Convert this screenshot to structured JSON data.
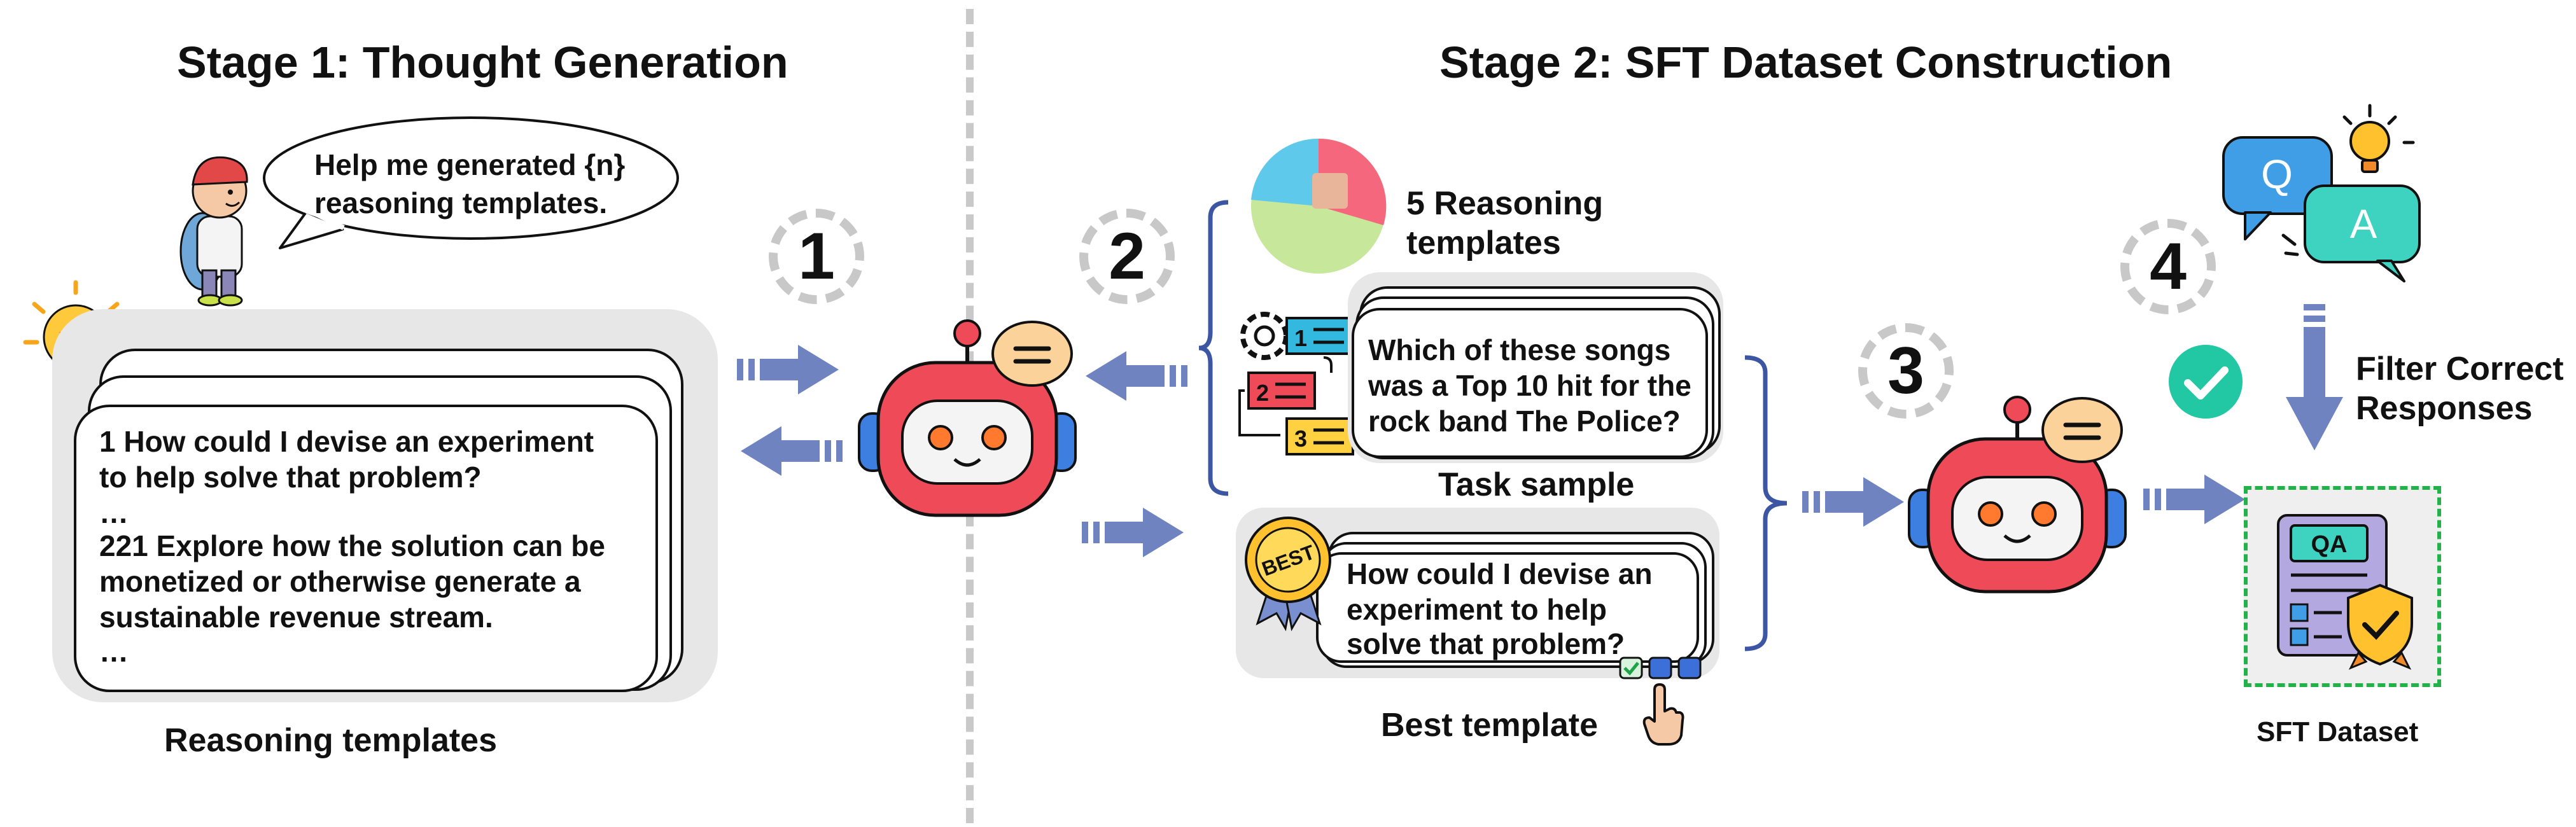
{
  "stage1": {
    "title": "Stage 1:  Thought Generation",
    "speech_line1": "Help me generated {n}",
    "speech_line2": "reasoning templates.",
    "list_line1": "1     How could I devise an experiment",
    "list_line2": "to help solve that problem?",
    "list_line3": "…",
    "list_line4": "221 Explore how the solution can be",
    "list_line5": "monetized or otherwise generate a",
    "list_line6": "sustainable revenue stream.",
    "list_line7": "…",
    "caption": "Reasoning templates"
  },
  "stage2": {
    "title": "Stage 2:  SFT Dataset Construction",
    "templates_label_line1": "5 Reasoning",
    "templates_label_line2": "templates",
    "task_line1": "Which of these songs",
    "task_line2": "was a Top 10 hit for the",
    "task_line3": "rock band The Police?",
    "task_caption": "Task sample",
    "best_badge": "BEST",
    "best_line1": "How could I devise an",
    "best_line2": "experiment to help",
    "best_line3": "solve that problem?",
    "best_caption": "Best template",
    "filter_line1": "Filter Correct",
    "filter_line2": "Responses",
    "qa_q": "Q",
    "qa_a": "A",
    "dataset_icon_label": "QA",
    "dataset_caption": "SFT Dataset"
  },
  "steps": [
    "1",
    "2",
    "3",
    "4"
  ],
  "flow_icons": {
    "numbered_list": [
      "1",
      "2",
      "3"
    ]
  },
  "colors": {
    "arrow": "#6f83c0",
    "robot_red": "#ef4a58",
    "robot_blue": "#3d7fe0",
    "panel_gray": "#e7e7e7",
    "step_ring": "#c8c8c8",
    "check_green": "#22c7a3",
    "dataset_border": "#23b24a",
    "bracket": "#3c56a3"
  }
}
